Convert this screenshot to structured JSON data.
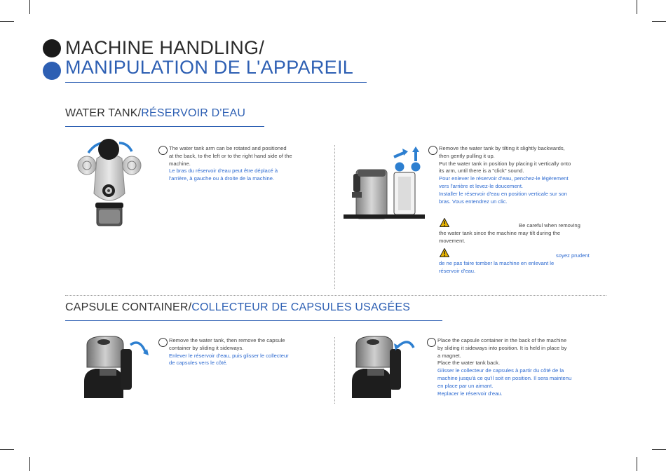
{
  "header": {
    "title_en": "MACHINE HANDLING/",
    "title_fr": "MANIPULATION DE L'APPAREIL",
    "colors": {
      "accent_blue": "#2d5fb3",
      "dark": "#1a1a1a",
      "fr_text": "#2d6ad0"
    }
  },
  "water_tank": {
    "title_en": "WATER TANK/",
    "title_fr": "RÉSERVOIR D'EAU",
    "step1": {
      "en": [
        "The water tank arm can be rotated and positioned",
        "at the back, to the left or to the right hand side of the",
        "machine."
      ],
      "fr": [
        "Le bras du réservoir d'eau peut être déplacé à",
        "l'arrière, à gauche ou à droite de la machine."
      ]
    },
    "step2": {
      "en": [
        "Remove the water tank by tilting it slightly backwards,",
        "then gently pulling it up.",
        "Put the water tank in position by placing it vertically onto",
        "its arm, until there is a \"click\" sound."
      ],
      "fr": [
        "Pour enlever le réservoir d'eau, penchez-le légèrement",
        "vers l'arrière et levez-le doucement.",
        "Installer le réservoir d'eau en position verticale sur son",
        "bras. Vous entendrez un clic."
      ]
    },
    "warning_en": {
      "first": "Be careful when removing",
      "rest": [
        "the water tank since the machine may tilt during the",
        "movement."
      ]
    },
    "warning_fr": {
      "first": "soyez prudent",
      "rest": [
        "de ne pas faire tomber la machine en enlevant le",
        "réservoir d'eau."
      ]
    }
  },
  "capsule": {
    "title_en": "CAPSULE CONTAINER/",
    "title_fr": "COLLECTEUR DE CAPSULES USAGÉES",
    "step1": {
      "en": [
        "Remove the water tank, then remove the capsule",
        "container by sliding it sideways."
      ],
      "fr": [
        "Enlever le réservoir d'eau, puis glisser le collecteur",
        "de capsules vers le côté."
      ]
    },
    "step2": {
      "en": [
        "Place the capsule container in the back of the machine",
        "by sliding it sideways into position. It is held in place by",
        "a magnet.",
        "Place the water tank back."
      ],
      "fr": [
        "Glisser le collecteur de capsules à partir du côté de la",
        "machine jusqu'à ce qu'il soit en position. Il sera maintenu",
        "en place par un aimant.",
        "Replacer le réservoir d'eau."
      ]
    }
  }
}
